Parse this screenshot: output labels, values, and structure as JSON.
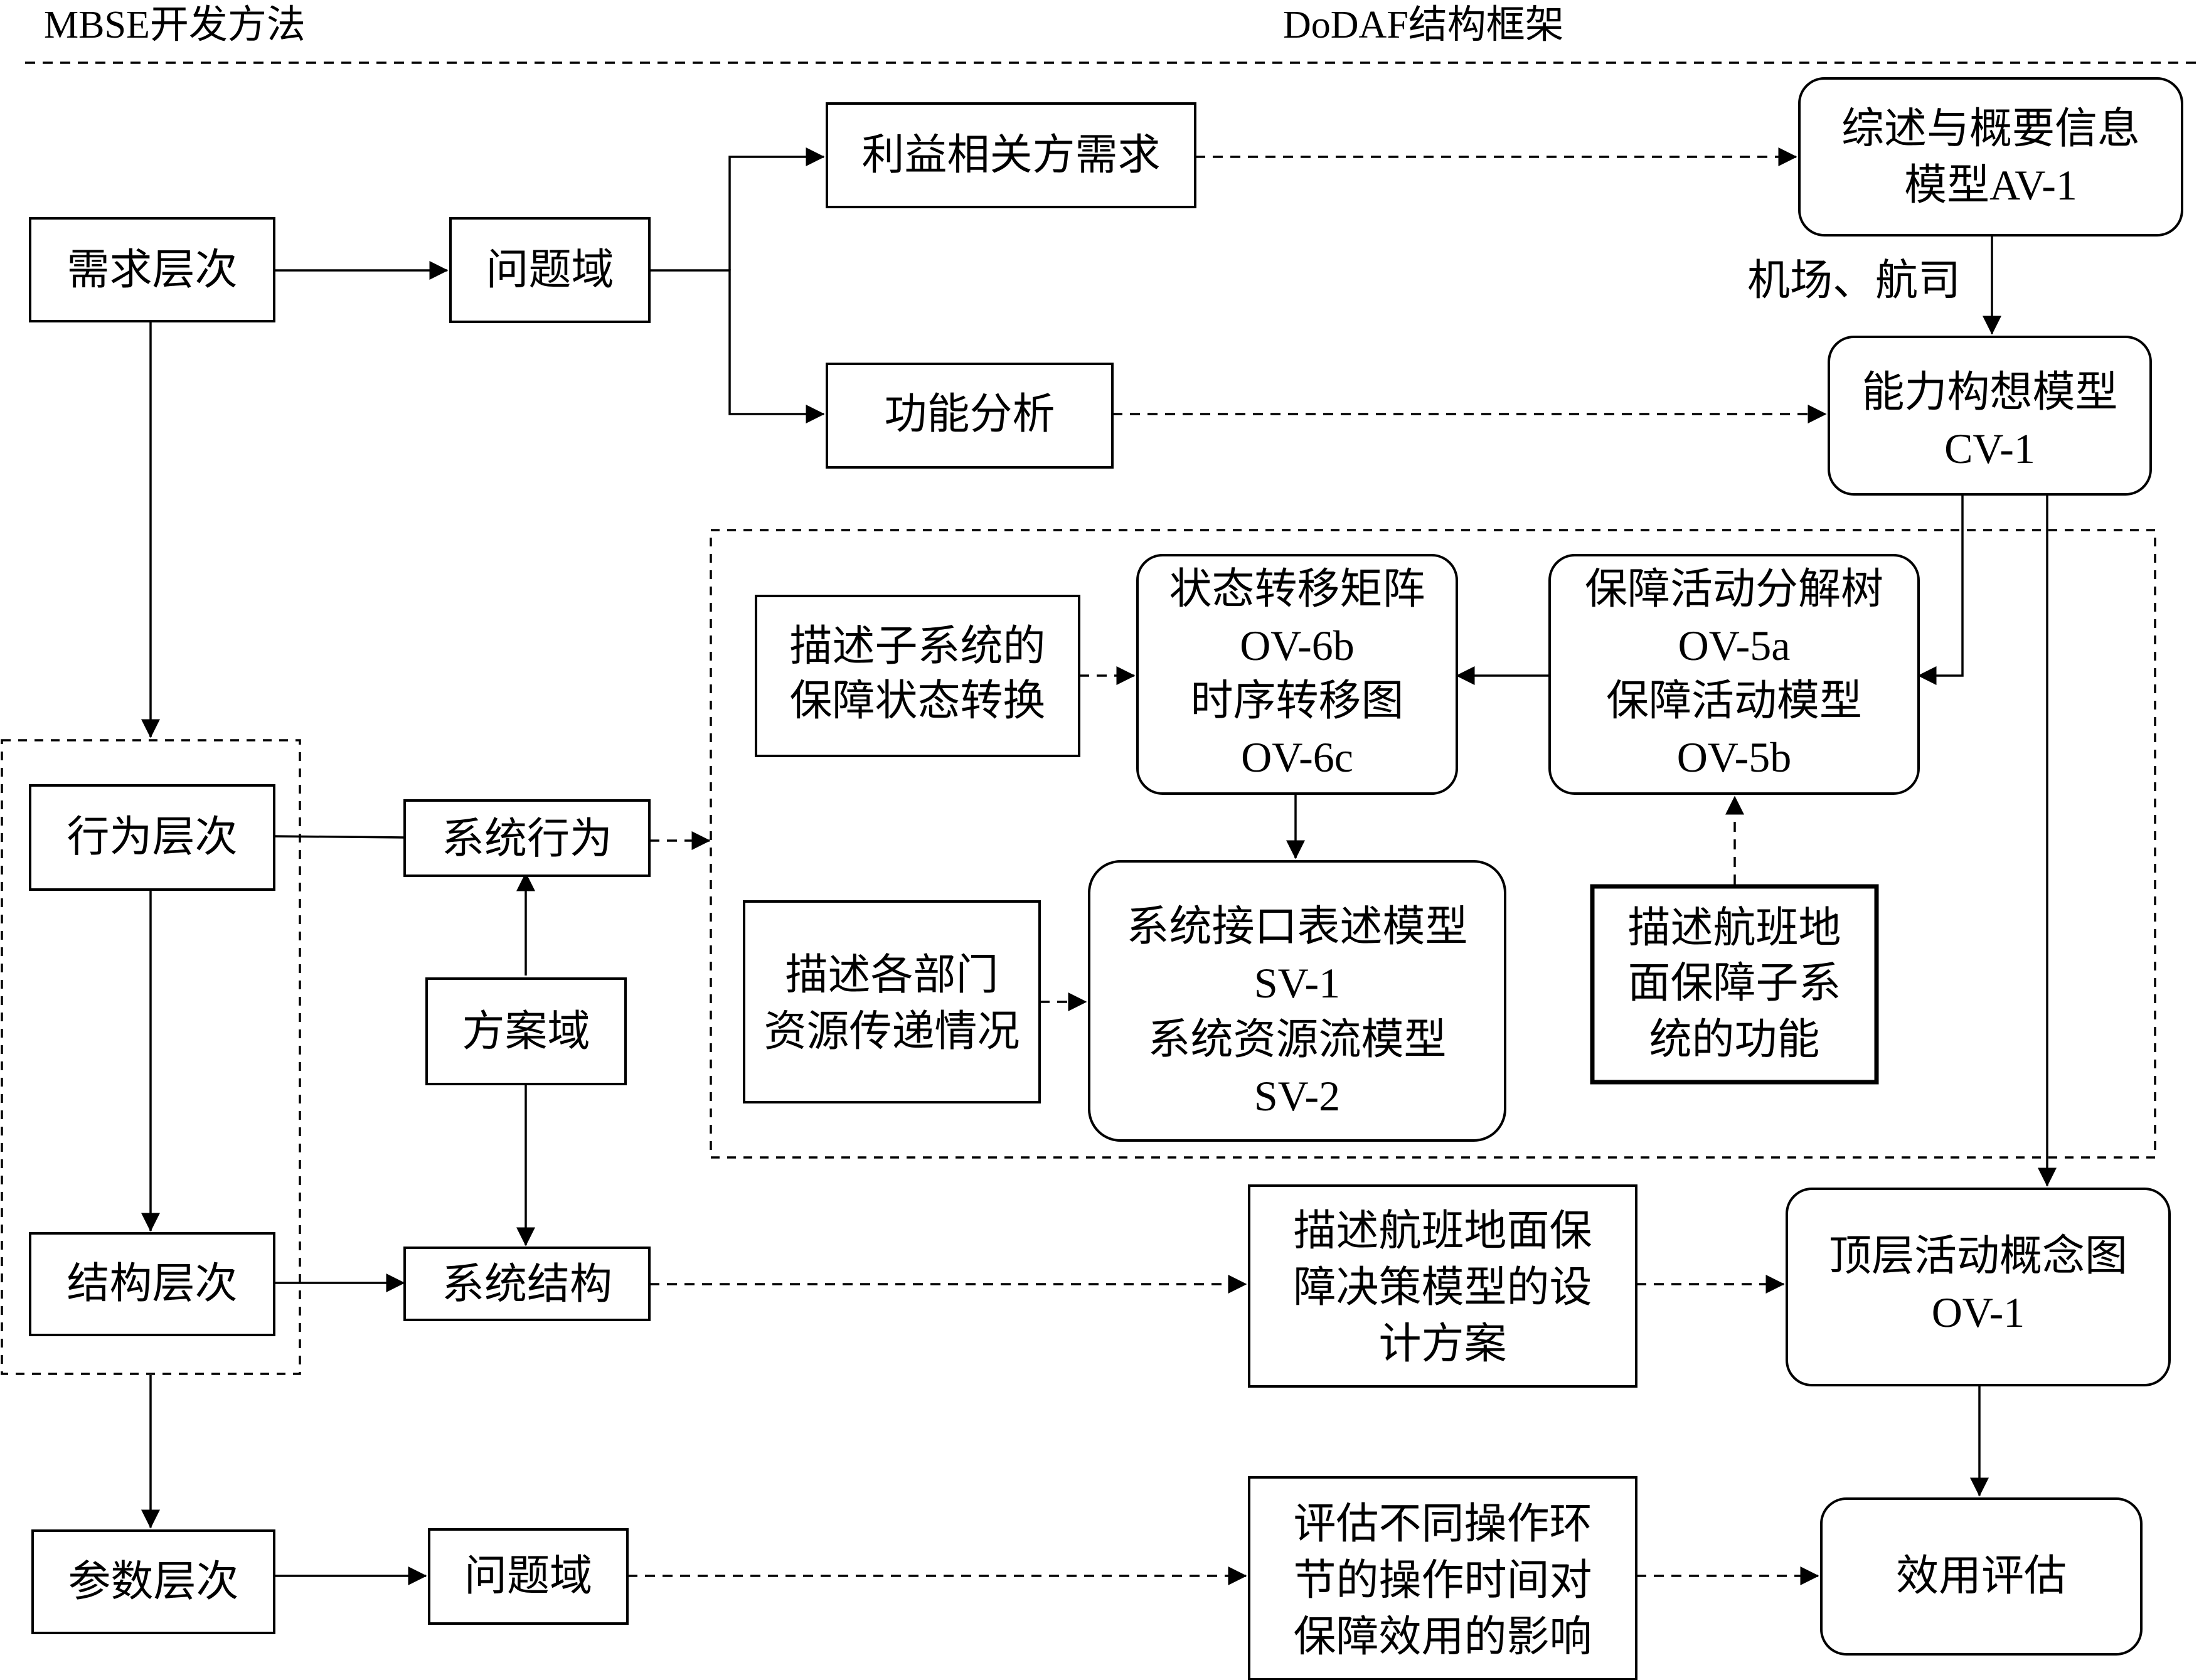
{
  "header": {
    "left": "MBSE开发方法",
    "right": "DoDAF结构框架"
  },
  "levels": {
    "requirement": "需求层次",
    "behavior": "行为层次",
    "structure": "结构层次",
    "parameter": "参数层次"
  },
  "mid": {
    "problem_domain_top": "问题域",
    "system_behavior": "系统行为",
    "solution_domain": "方案域",
    "system_structure": "系统结构",
    "problem_domain_bottom": "问题域"
  },
  "req": {
    "stakeholder": "利益相关方需求",
    "function": "功能分析"
  },
  "models": {
    "av1": [
      "综述与概要信息",
      "模型AV-1"
    ],
    "edge_label": "机场、航司",
    "cv1": [
      "能力构想模型",
      "CV-1"
    ],
    "ov6": [
      "状态转移矩阵",
      "OV-6b",
      "时序转移图",
      "OV-6c"
    ],
    "ov5": [
      "保障活动分解树",
      "OV-5a",
      "保障活动模型",
      "OV-5b"
    ],
    "sv": [
      "系统接口表述模型",
      "SV-1",
      "系统资源流模型",
      "SV-2"
    ],
    "ov1": [
      "顶层活动概念图",
      "OV-1"
    ],
    "effect": "效用评估"
  },
  "notes": {
    "subsystem_state": [
      "描述子系统的",
      "保障状态转换"
    ],
    "dept_resource": [
      "描述各部门",
      "资源传递情况"
    ],
    "flight_function": [
      "描述航班地",
      "面保障子系",
      "统的功能"
    ],
    "design_scheme": [
      "描述航班地面保",
      "障决策模型的设",
      "计方案"
    ],
    "time_impact": [
      "评估不同操作环",
      "节的操作时间对",
      "保障效用的影响"
    ]
  }
}
